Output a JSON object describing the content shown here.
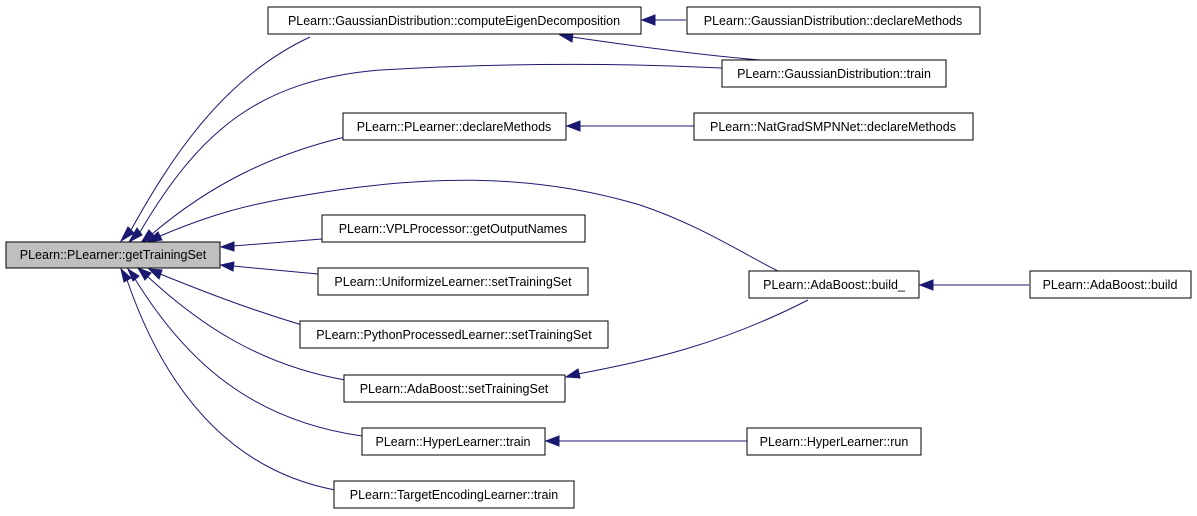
{
  "colors": {
    "edge": "#191970",
    "root_fill": "#bfbfbf",
    "node_fill": "#ffffff",
    "node_border": "#000000"
  },
  "nodes": {
    "root": "PLearn::PLearner::getTrainingSet",
    "gd_compute": "PLearn::GaussianDistribution::computeEigenDecomposition",
    "gd_declare": "PLearn::GaussianDistribution::declareMethods",
    "gd_train": "PLearn::GaussianDistribution::train",
    "pl_declare": "PLearn::PLearner::declareMethods",
    "ng_declare": "PLearn::NatGradSMPNNet::declareMethods",
    "vpl": "PLearn::VPLProcessor::getOutputNames",
    "uniformize": "PLearn::UniformizeLearner::setTrainingSet",
    "python": "PLearn::PythonProcessedLearner::setTrainingSet",
    "ada_set": "PLearn::AdaBoost::setTrainingSet",
    "hyper_train": "PLearn::HyperLearner::train",
    "target_enc": "PLearn::TargetEncodingLearner::train",
    "ada_build_": "PLearn::AdaBoost::build_",
    "ada_build": "PLearn::AdaBoost::build",
    "hyper_run": "PLearn::HyperLearner::run"
  }
}
